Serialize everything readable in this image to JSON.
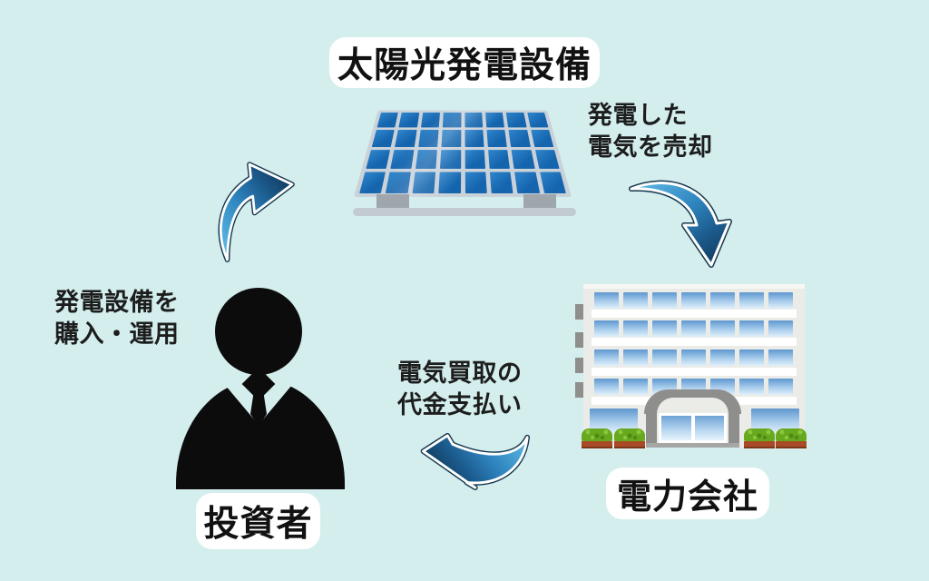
{
  "diagram": {
    "title": "太陽光発電設備",
    "entities": [
      {
        "id": "solar-plant",
        "label": "太陽光発電設備",
        "icon": "solar-panel-icon"
      },
      {
        "id": "investor",
        "label": "投資者",
        "icon": "businessman-icon"
      },
      {
        "id": "power-company",
        "label": "電力会社",
        "icon": "office-building-icon"
      }
    ],
    "flows": [
      {
        "id": "purchase",
        "from": "investor",
        "to": "solar-plant",
        "icon": "curved-arrow-up-right-icon",
        "line1": "発電設備を",
        "line2": "購入・運用"
      },
      {
        "id": "sell",
        "from": "solar-plant",
        "to": "power-company",
        "icon": "curved-arrow-down-icon",
        "line1": "発電した",
        "line2": "電気を売却"
      },
      {
        "id": "payment",
        "from": "power-company",
        "to": "investor",
        "icon": "curved-arrow-left-icon",
        "line1": "電気買取の",
        "line2": "代金支払い"
      }
    ],
    "colors": {
      "background": "#d4eeee",
      "label_box": "#ffffff",
      "text": "#1c1c1c",
      "silhouette": "#0c0c0c",
      "arrow_light": "#62bce6",
      "arrow_dark": "#123c5f",
      "panel_cell_blue": "#1565ae",
      "panel_frame_gray": "#c9d1d9",
      "building_facade": "#ebebe7",
      "window_blue": "#5e97cf",
      "arch_gray": "#8e8e8c",
      "bush_green": "#66a81e",
      "planter_brown": "#a84a28"
    }
  }
}
